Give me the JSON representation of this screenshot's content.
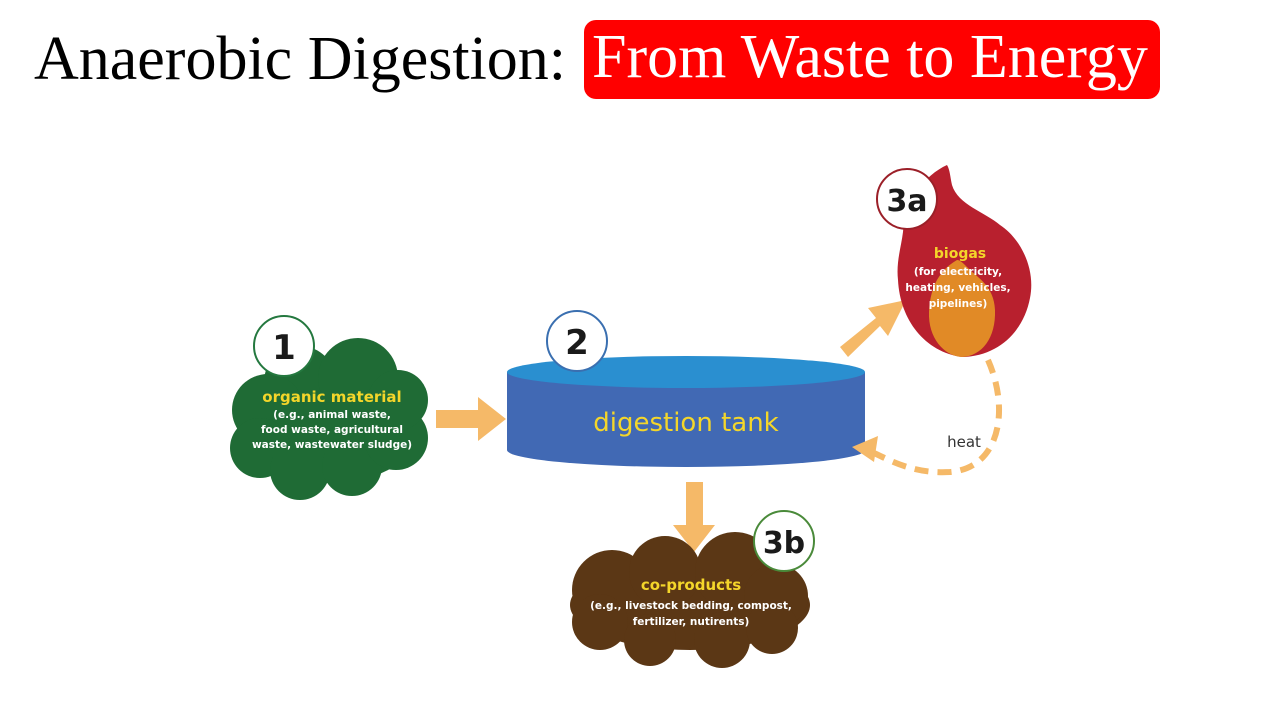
{
  "title": {
    "prefix": "Anaerobic Digestion:",
    "highlight": "From Waste to Energy"
  },
  "colors": {
    "title_highlight": "#ff0000",
    "organic_cloud": "#1f6b35",
    "tank_side": "#4169b4",
    "tank_top": "#2a8fd0",
    "flame_outer": "#b8202e",
    "flame_inner": "#e18a26",
    "coproducts_cloud": "#5b3715",
    "arrow": "#f5b968",
    "label_yellow": "#f4d62a"
  },
  "steps": {
    "organic": {
      "number": "1",
      "title": "organic material",
      "detail": [
        "(e.g., animal waste,",
        "food waste, agricultural",
        "waste, wastewater sludge)"
      ]
    },
    "tank": {
      "number": "2",
      "title": "digestion tank"
    },
    "biogas": {
      "number": "3a",
      "title": "biogas",
      "detail": [
        "(for electricity,",
        "heating, vehicles,",
        "pipelines)"
      ]
    },
    "coproducts": {
      "number": "3b",
      "title": "co-products",
      "detail": [
        "(e.g.,  livestock bedding, compost,",
        "fertilizer, nutirents)"
      ]
    }
  },
  "heat_label": "heat"
}
